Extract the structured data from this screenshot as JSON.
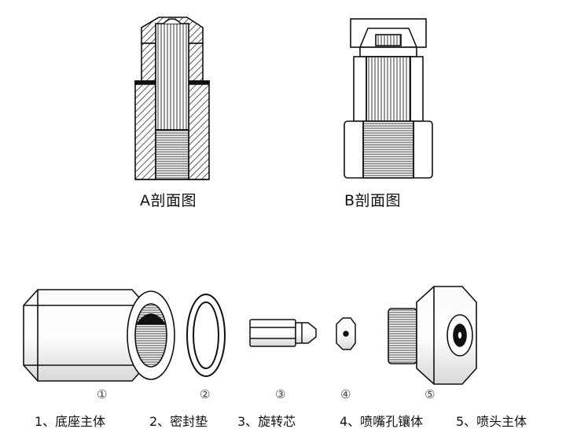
{
  "section_a": {
    "label": "A剖面图"
  },
  "section_b": {
    "label": "B剖面图"
  },
  "parts": [
    {
      "number": "①",
      "caption": "1、底座主体"
    },
    {
      "number": "②",
      "caption": "2、密封垫"
    },
    {
      "number": "③",
      "caption": "3、旋转芯"
    },
    {
      "number": "④",
      "caption": "4、喷嘴孔镶体"
    },
    {
      "number": "⑤",
      "caption": "5、喷头主体"
    }
  ]
}
